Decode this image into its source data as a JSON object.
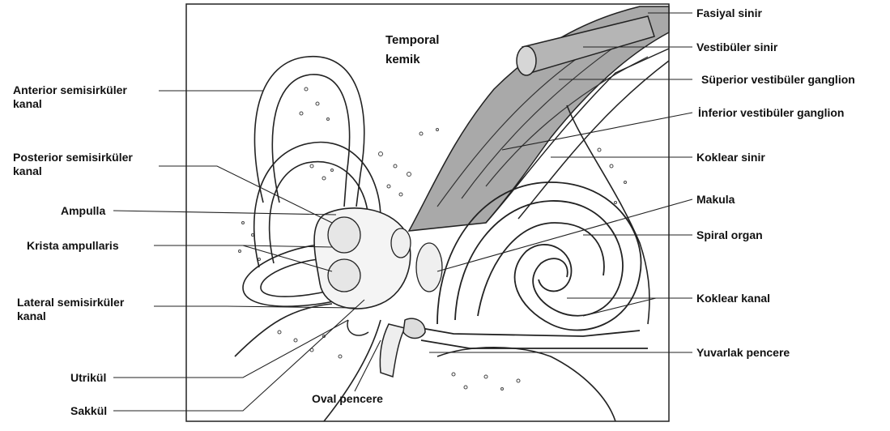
{
  "labels": {
    "temporal_kemik": [
      "Temporal",
      "kemik"
    ],
    "anterior": [
      "Anterior semisirküler",
      "kanal"
    ],
    "posterior": [
      "Posterior semisirküler",
      "kanal"
    ],
    "ampulla": "Ampulla",
    "krista": "Krista ampullaris",
    "lateral": [
      "Lateral semisirküler",
      "kanal"
    ],
    "utrikul": "Utrikül",
    "sakkul": "Sakkül",
    "oval_pencere": "Oval pencere",
    "fasiyal": "Fasiyal sinir",
    "vestibuler": "Vestibüler sinir",
    "superior_ganglion": "Süperior vestibüler ganglion",
    "inferior_ganglion": "İnferior vestibüler ganglion",
    "koklear_sinir": "Koklear sinir",
    "makula": "Makula",
    "spiral_organ": "Spiral organ",
    "koklear_kanal": "Koklear kanal",
    "yuvarlak_pencere": "Yuvarlak pencere"
  }
}
